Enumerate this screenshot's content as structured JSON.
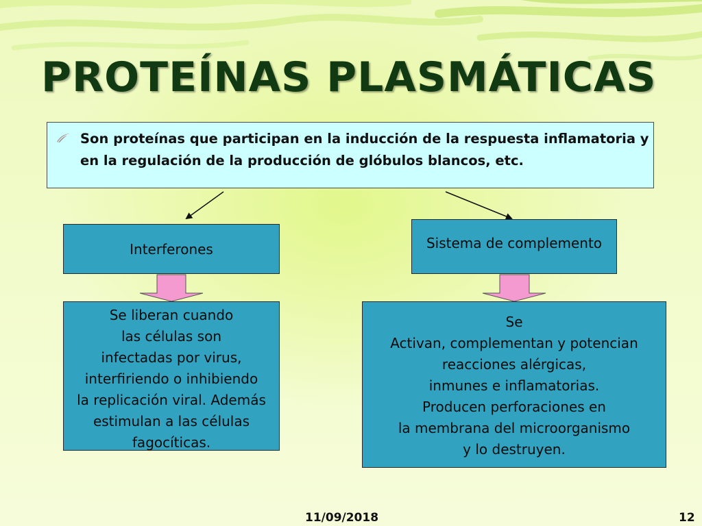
{
  "slide": {
    "title": "PROTEÍNAS PLASMÁTICAS",
    "definition": "Son proteínas que participan en la inducción de la respuesta inflamatoria y en la regulación de la producción de glóbulos blancos, etc."
  },
  "diagram": {
    "left": {
      "label": "Interferones",
      "description": [
        "Se liberan cuando",
        "las células son",
        "infectadas por virus,",
        "interfiriendo o inhibiendo",
        "la replicación viral. Además",
        "estimulan a las células",
        "fagocíticas."
      ]
    },
    "right": {
      "label": "Sistema de complemento",
      "description": [
        "Se",
        "Activan, complementan y potencian",
        "reacciones alérgicas,",
        "inmunes e inflamatorias.",
        "Producen perforaciones en",
        "la membrana del microorganismo",
        "y lo destruyen."
      ]
    }
  },
  "footer": {
    "date": "11/09/2018",
    "page": "12"
  },
  "colors": {
    "box_fill": "#31a3c1",
    "definition_fill": "#ccffff",
    "arrow_fill": "#f59ad0",
    "title": "#123a12"
  },
  "icons": {
    "bullet": "bullet-icon",
    "arrow": "block-arrow-down-icon"
  }
}
